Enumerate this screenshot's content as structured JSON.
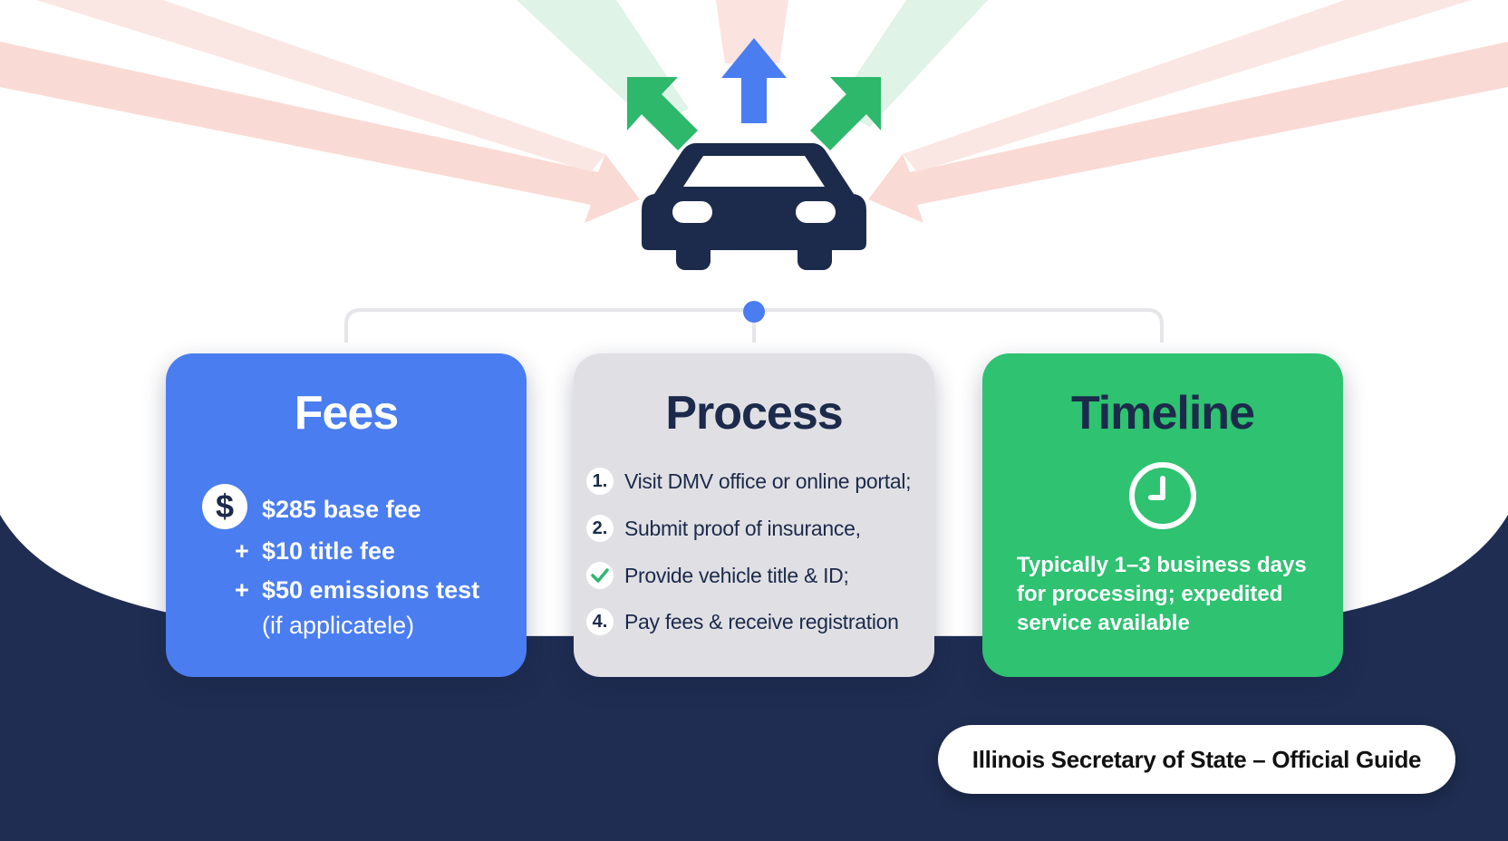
{
  "colors": {
    "navy": "#1c2a4b",
    "fees_blue": "#4a7df0",
    "process_gray": "#e0e0e4",
    "timeline_green": "#2ec271",
    "arrow_green": "#2db86c",
    "arrow_blue": "#4a7df0",
    "arrow_pink": "#f6cdc5"
  },
  "header": {
    "icon": "car-icon",
    "outgoing_arrow_icons": [
      "arrow-up-left-icon",
      "arrow-up-icon",
      "arrow-up-right-icon"
    ]
  },
  "fees": {
    "title": "Fees",
    "icon": "dollar-icon",
    "icon_glyph": "$",
    "lines": {
      "base": "$285 base fee",
      "title_fee": "$10 title fee",
      "emissions": "$50 emissions test",
      "note": "(if applicatele)"
    },
    "plus_sign": "+"
  },
  "process": {
    "title": "Process",
    "steps": [
      {
        "badge": "1.",
        "text": "Visit DMV office or online portal;"
      },
      {
        "badge": "2.",
        "text": "Submit proof of insurance,"
      },
      {
        "badge": "",
        "icon": "checkmark-icon",
        "text": "Provide vehicle title & ID;"
      },
      {
        "badge": "4.",
        "text": "Pay fees & receive registration"
      }
    ]
  },
  "timeline": {
    "title": "Timeline",
    "icon": "clock-icon",
    "text": "Typically 1–3 business days for processing; expedited service available"
  },
  "source": {
    "label": "Illinois Secretary of State – Official Guide"
  }
}
